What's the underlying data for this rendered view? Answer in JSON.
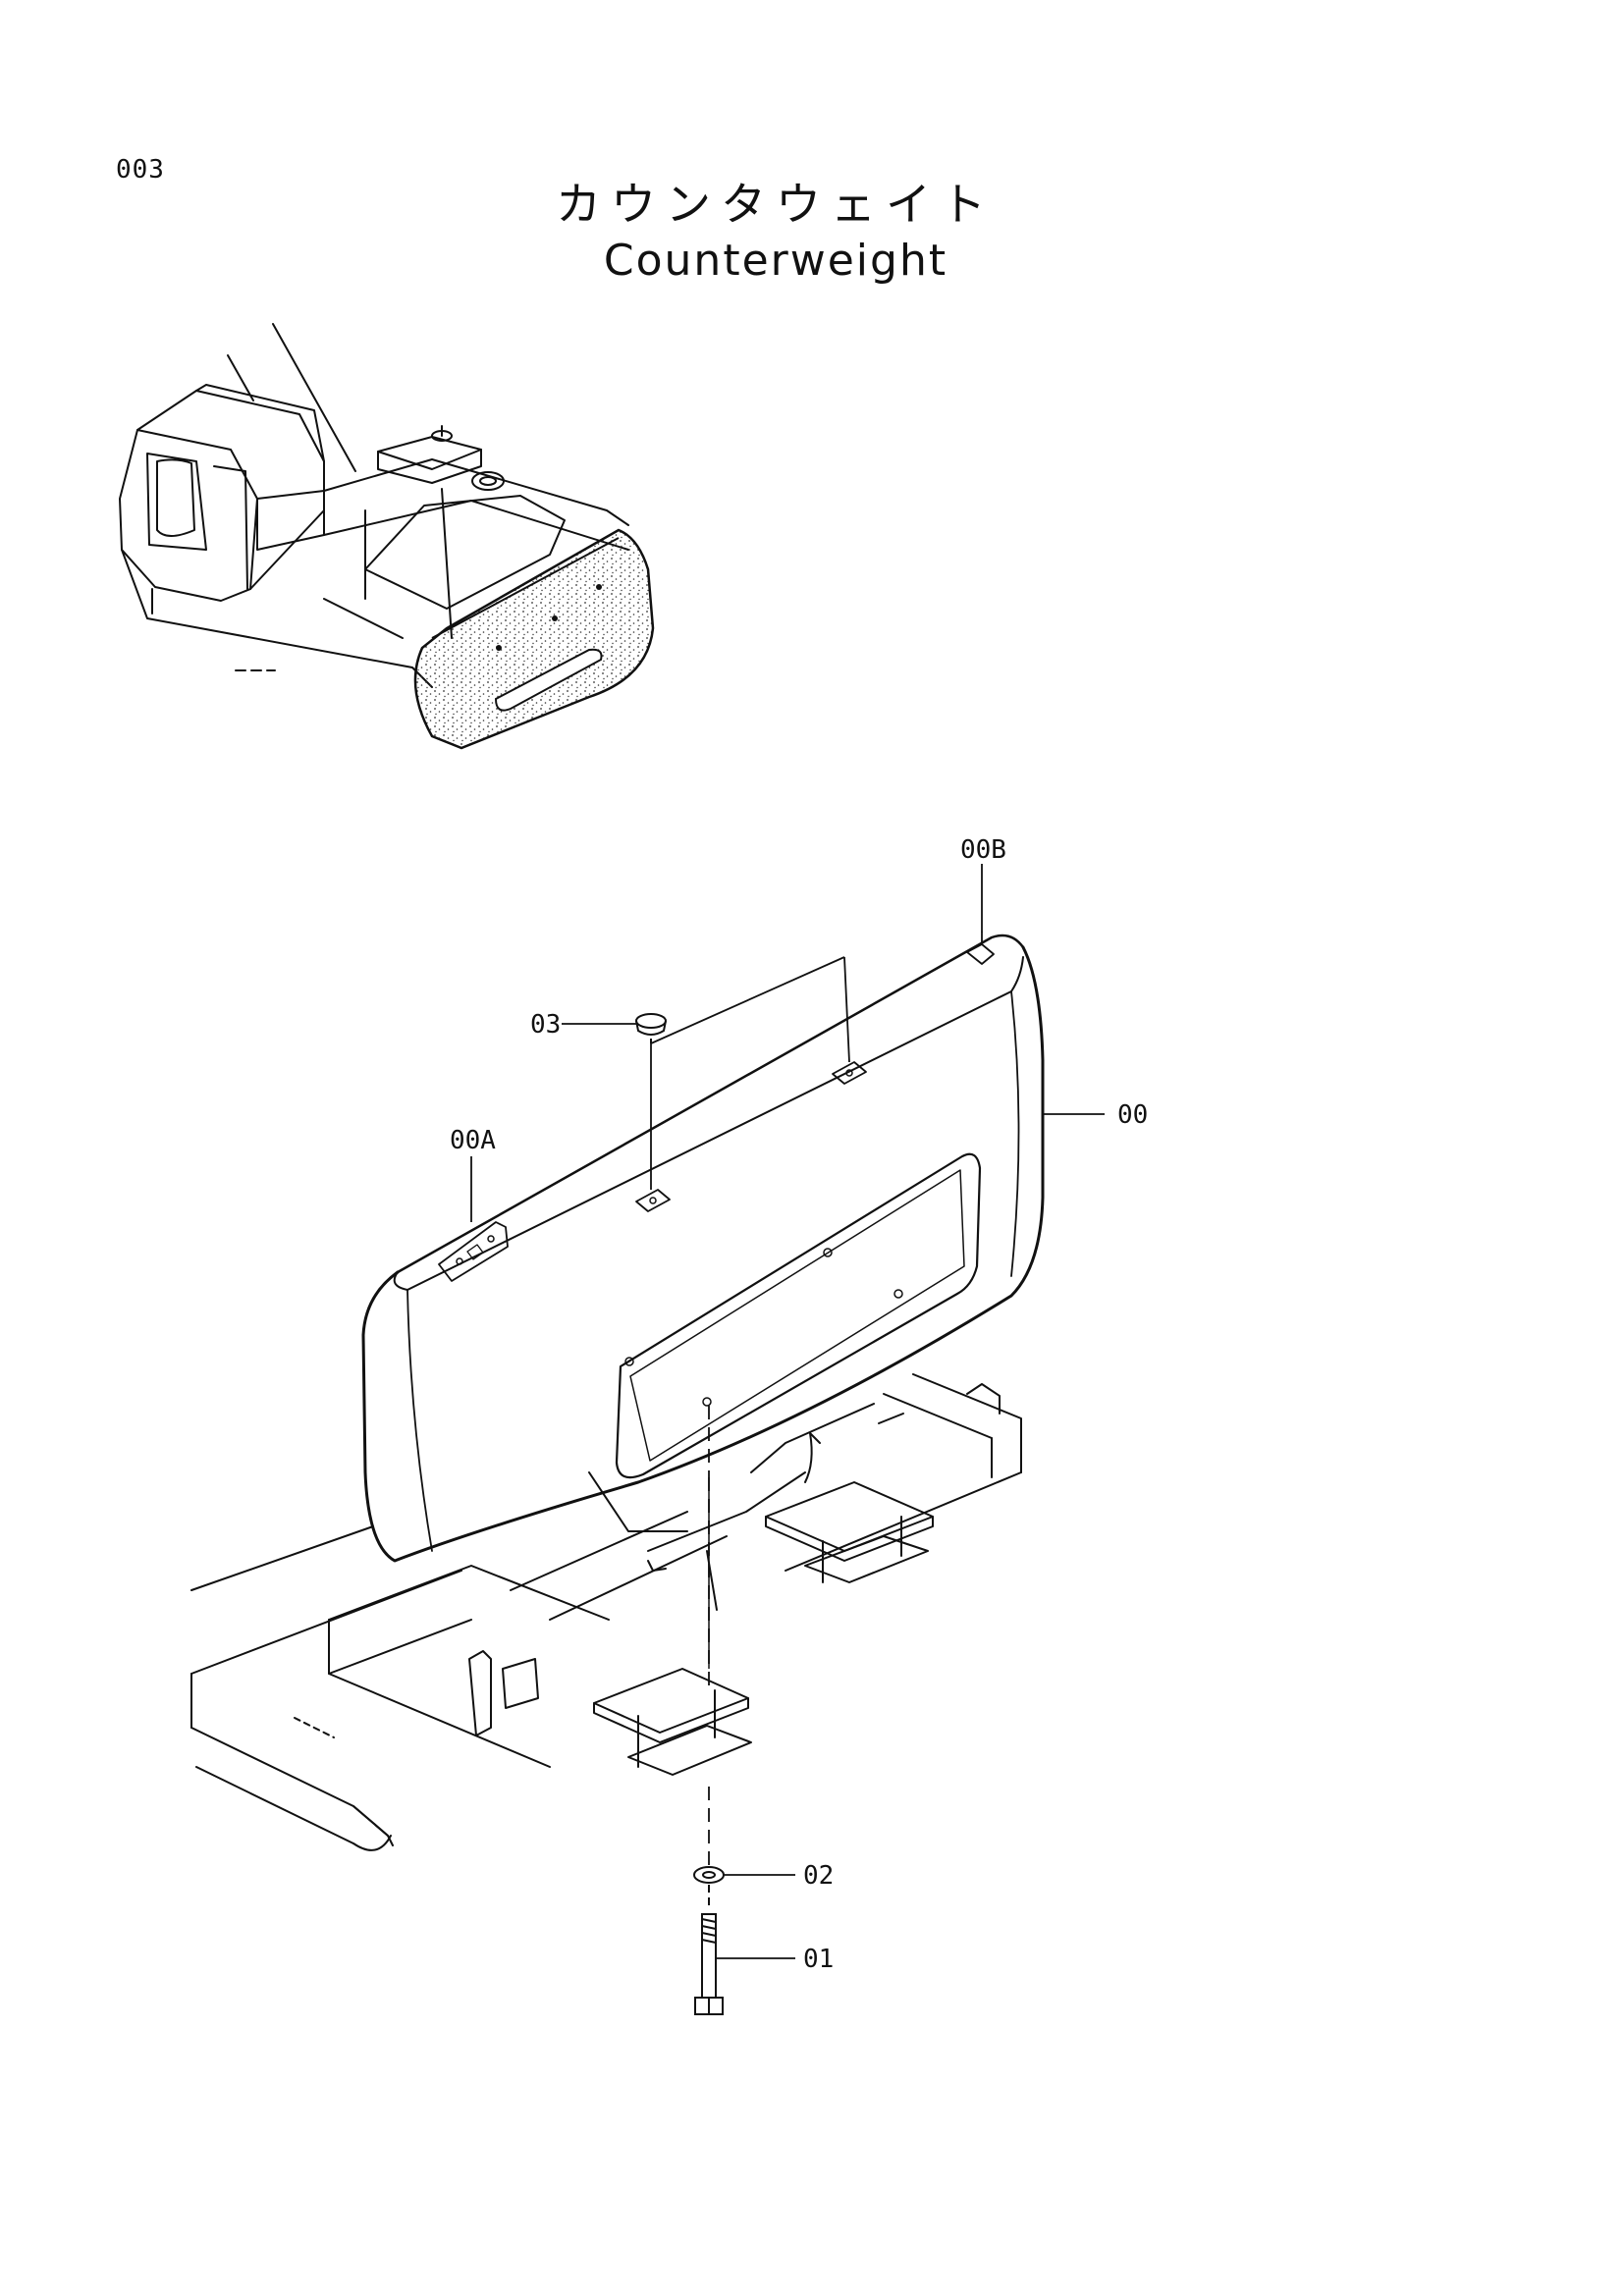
{
  "page": {
    "code": "003",
    "title_jp": "カウンタウェイト",
    "title_en": "Counterweight"
  },
  "callouts": {
    "c00": "00",
    "c00a": "00A",
    "c00b": "00B",
    "c01": "01",
    "c02": "02",
    "c03": "03"
  },
  "icons": {
    "excavator_overview": "excavator-overview-icon",
    "counterweight": "counterweight-icon",
    "bolt": "bolt-icon",
    "washer": "washer-icon",
    "cap": "cap-icon"
  }
}
